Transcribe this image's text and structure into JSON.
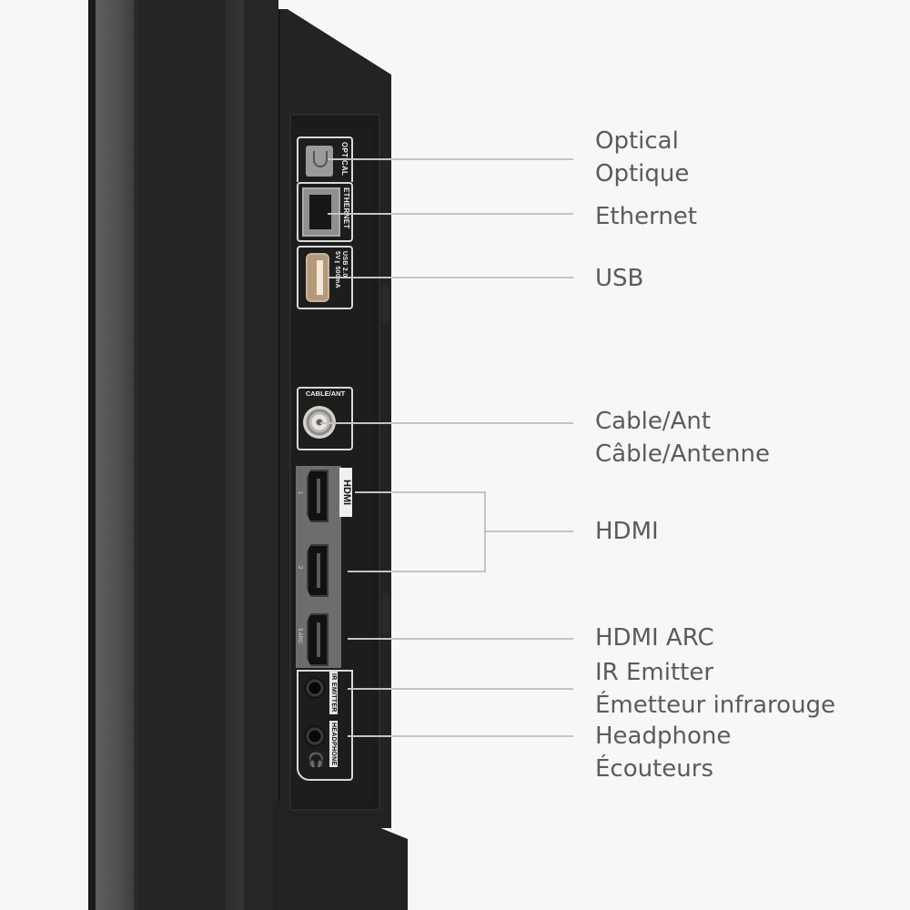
{
  "image": {
    "subject": "TV rear side ports panel",
    "background_color": "#f7f7f7",
    "device_color": "#232323",
    "callout_line_color": "#c4c4c4",
    "callout_text_color": "#5b5b5b"
  },
  "ports": {
    "optical": {
      "label": "OPTICAL"
    },
    "ethernet": {
      "label": "ETHERNET"
    },
    "usb": {
      "label_line1": "USB 2.0",
      "label_line2": "5V⎓500mA"
    },
    "cable": {
      "label": "CABLE/ANT"
    },
    "hdmi": {
      "logo": "HDMI",
      "port1": "1",
      "port2": "2",
      "port3": "3 ARC"
    },
    "ir": {
      "label": "IR EMITTER"
    },
    "headphone": {
      "label": "HEADPHONE",
      "icon": "headphone-icon"
    }
  },
  "callouts": {
    "optical": {
      "en": "Optical",
      "fr": "Optique"
    },
    "ethernet": {
      "en": "Ethernet"
    },
    "usb": {
      "en": "USB"
    },
    "cable": {
      "en": "Cable/Ant",
      "fr": "Câble/Antenne"
    },
    "hdmi": {
      "en": "HDMI"
    },
    "hdmi_arc": {
      "en": "HDMI ARC"
    },
    "ir": {
      "en": "IR Emitter",
      "fr": "Émetteur infrarouge"
    },
    "headphone": {
      "en": "Headphone",
      "fr": "Écouteurs"
    }
  }
}
